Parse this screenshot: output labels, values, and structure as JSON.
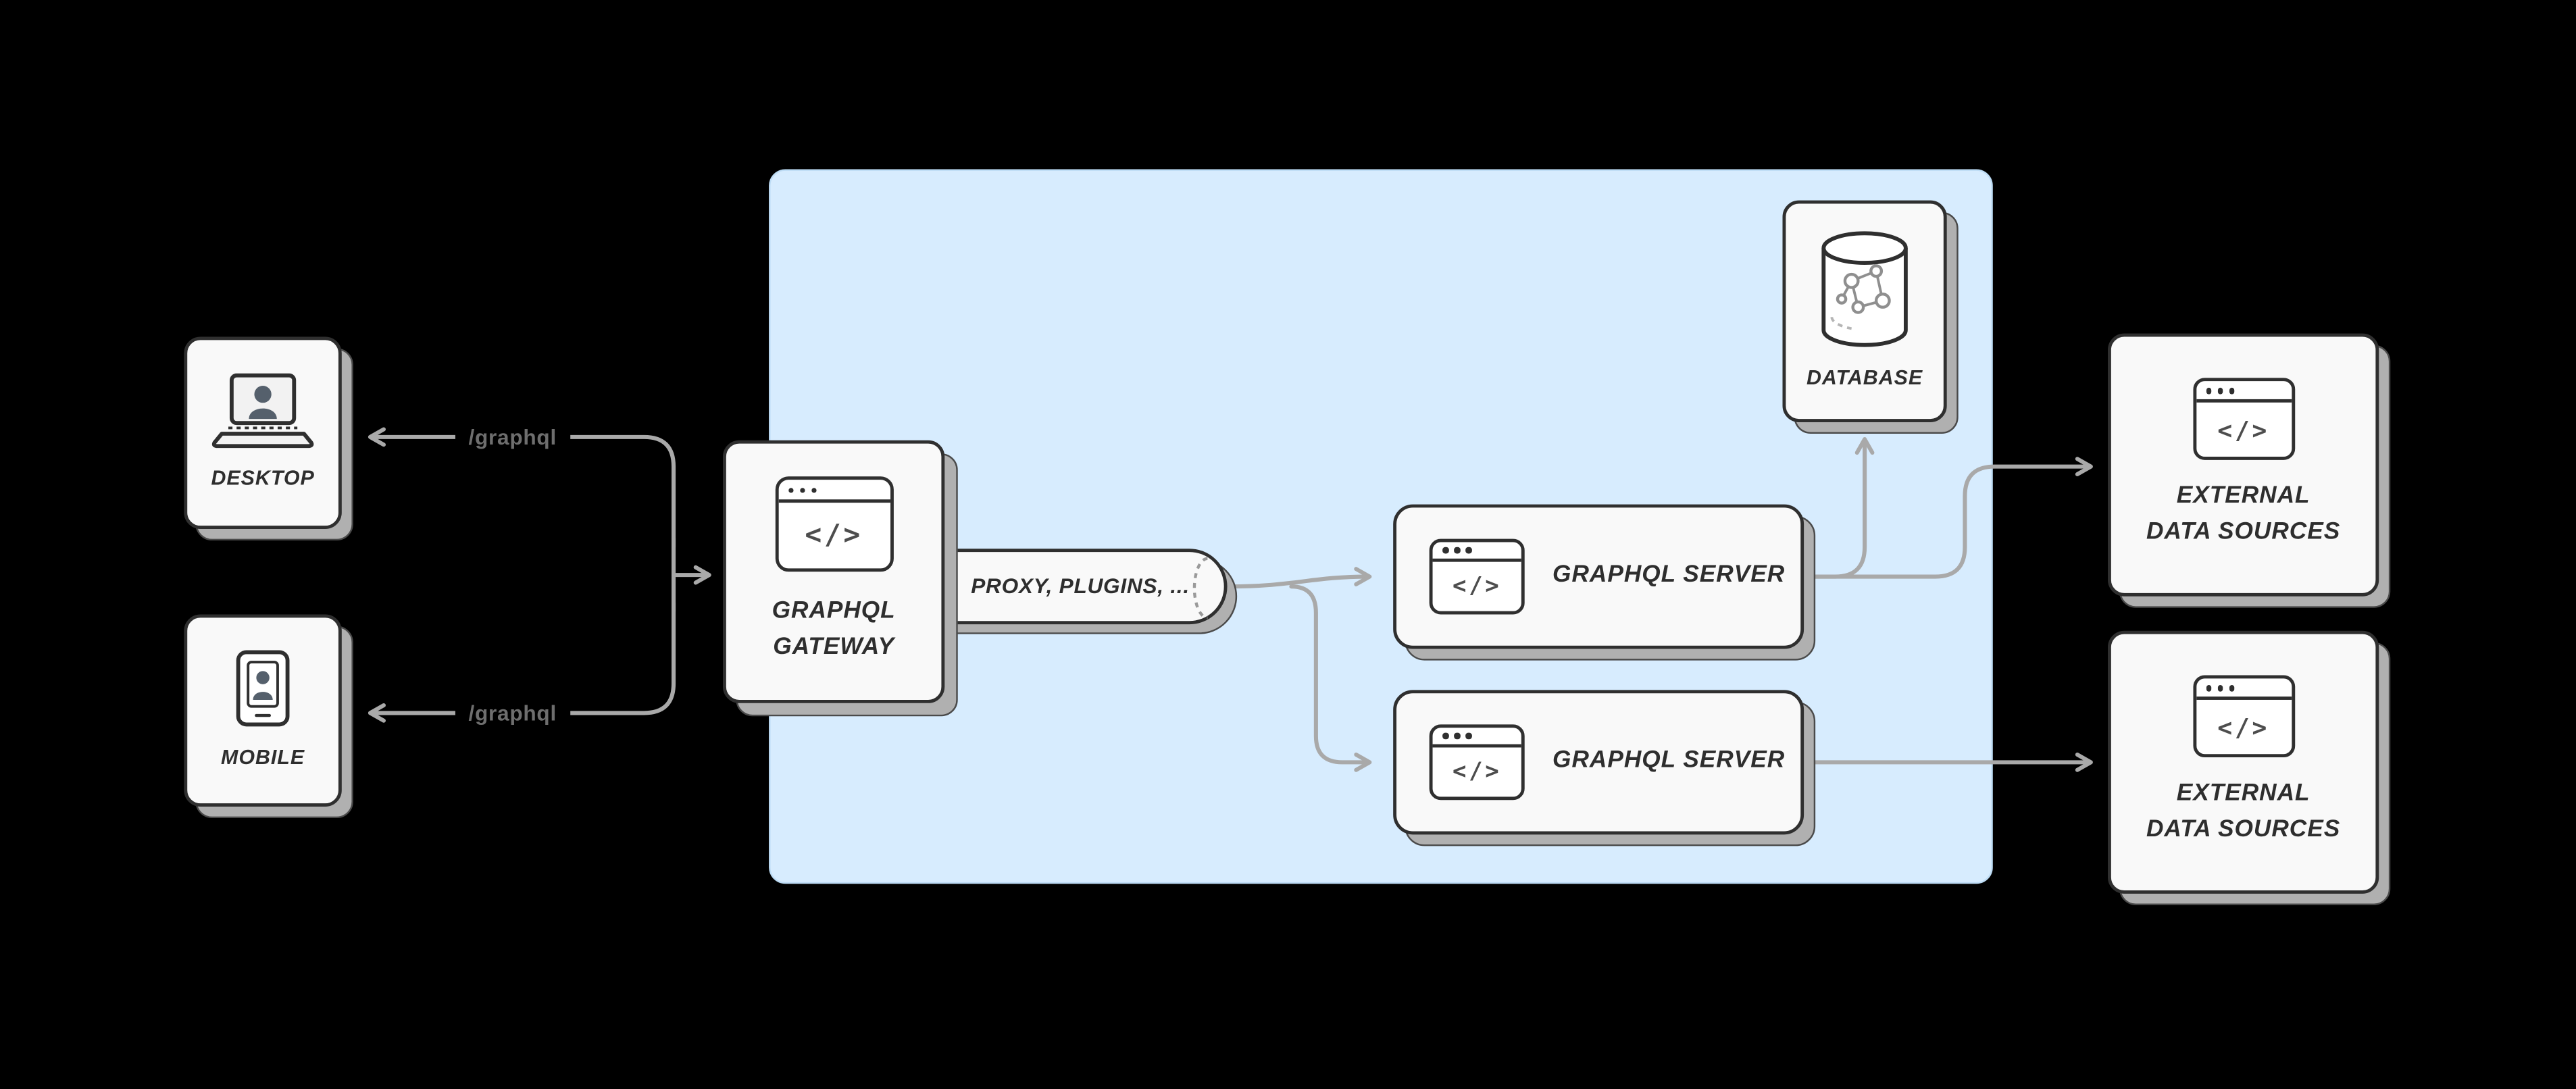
{
  "canvas": {
    "bg": "#000000",
    "panel_bg": "#d7ecfe",
    "panel_border": "#bddcf5",
    "card_bg": "#f9f9f9",
    "card_border": "#2f2f2f",
    "shadow_bg": "#b0b0b0",
    "line_color": "#a9a9a9",
    "text_color": "#2e2e2e",
    "route_label_color": "#6e6e6e"
  },
  "nodes": {
    "desktop": {
      "label": "DESKTOP",
      "icon": "laptop-user-icon"
    },
    "mobile": {
      "label": "MOBILE",
      "icon": "phone-user-icon"
    },
    "gateway": {
      "label_line1": "GRAPHQL",
      "label_line2": "GATEWAY",
      "icon": "code-window-icon",
      "icon_glyph": "</>"
    },
    "proxy": {
      "label": "PROXY, PLUGINS, ...",
      "icon": "pipeline-cylinder"
    },
    "server1": {
      "label": "GRAPHQL SERVER",
      "icon": "code-window-icon",
      "icon_glyph": "</>"
    },
    "server2": {
      "label": "GRAPHQL SERVER",
      "icon": "code-window-icon",
      "icon_glyph": "</>"
    },
    "database": {
      "label": "DATABASE",
      "icon": "database-cylinder-icon"
    },
    "external_top": {
      "label_line1": "EXTERNAL",
      "label_line2": "DATA SOURCES",
      "icon": "code-window-icon",
      "icon_glyph": "</>"
    },
    "external_bottom": {
      "label_line1": "EXTERNAL",
      "label_line2": "DATA SOURCES",
      "icon": "code-window-icon",
      "icon_glyph": "</>"
    }
  },
  "edges": {
    "desktop_route_label": "/graphql",
    "mobile_route_label": "/graphql"
  }
}
